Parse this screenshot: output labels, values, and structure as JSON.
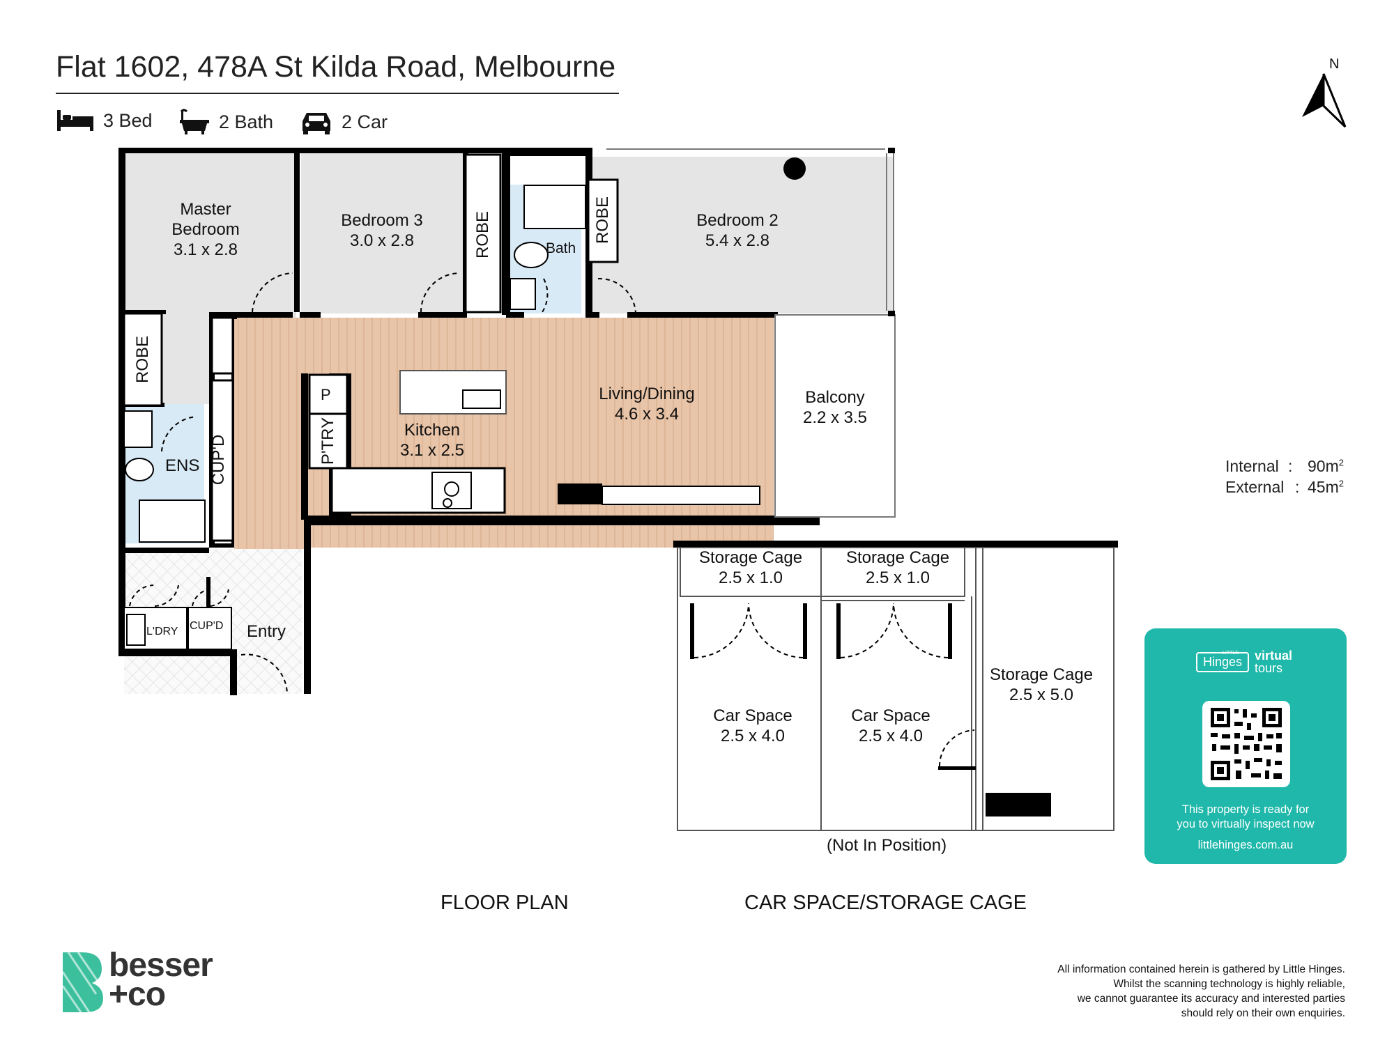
{
  "header": {
    "title": "Flat 1602, 478A St Kilda Road, Melbourne",
    "beds": "3 Bed",
    "baths": "2 Bath",
    "cars": "2 Car",
    "north": "N"
  },
  "rooms": {
    "master": {
      "name_l1": "Master",
      "name_l2": "Bedroom",
      "size": "3.1 x 2.8"
    },
    "bed3": {
      "name": "Bedroom 3",
      "size": "3.0 x 2.8"
    },
    "bed2": {
      "name": "Bedroom 2",
      "size": "5.4 x 2.8"
    },
    "robe": "ROBE",
    "bath": "Bath",
    "ens": "ENS",
    "cupd": "CUP'D",
    "pantry": "P'TRY",
    "p": "P",
    "living": {
      "name": "Living/Dining",
      "size": "4.6 x 3.4"
    },
    "kitchen": {
      "name": "Kitchen",
      "size": "3.1 x 2.5"
    },
    "balcony": {
      "name": "Balcony",
      "size": "2.2 x 3.5"
    },
    "laundry": "L'DRY",
    "entry": "Entry"
  },
  "parking": {
    "cage1": {
      "name": "Storage Cage",
      "size": "2.5 x 1.0"
    },
    "cage2": {
      "name": "Storage Cage",
      "size": "2.5 x 1.0"
    },
    "cage3": {
      "name": "Storage Cage",
      "size": "2.5 x 5.0"
    },
    "car1": {
      "name": "Car Space",
      "size": "2.5 x 4.0"
    },
    "car2": {
      "name": "Car Space",
      "size": "2.5 x 4.0"
    },
    "not_in_position": "(Not In Position)"
  },
  "areas": {
    "internal_label": "Internal",
    "internal_value": "90m",
    "external_label": "External",
    "external_value": "45m",
    "colon": ":",
    "sup": "2"
  },
  "captions": {
    "floor_plan": "FLOOR PLAN",
    "car_space": "CAR SPACE/STORAGE CAGE"
  },
  "card": {
    "little": "LITTLE",
    "hinges": "Hinges",
    "virtual": "virtual",
    "tours": "tours",
    "message_l1": "This property is ready for",
    "message_l2": "you to virtually inspect now",
    "url": "littlehinges.com.au"
  },
  "brand": {
    "line1": "besser",
    "line2": "+co"
  },
  "disclaimer": [
    "All information contained herein is gathered by Little Hinges.",
    "Whilst the scanning technology is highly reliable,",
    "we cannot guarantee its accuracy and interested parties",
    "should rely on their own enquiries."
  ],
  "colors": {
    "carpet": "#e4e4e4",
    "timber": "#e8c4a8",
    "tile": "#d8eaf6",
    "wall": "#000000",
    "accent": "#1fb8aa"
  }
}
